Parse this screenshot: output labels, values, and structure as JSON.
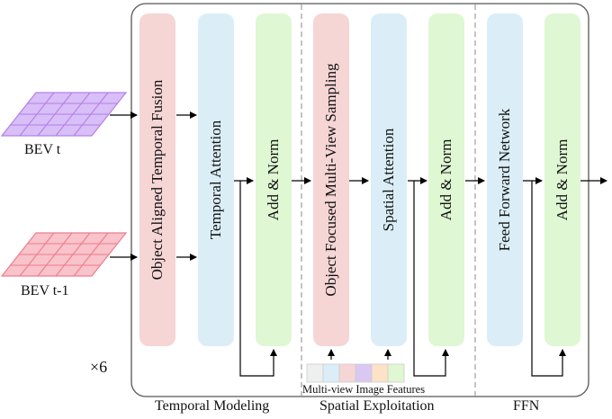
{
  "inputs": {
    "bev_t": "BEV  t",
    "bev_t1": "BEV  t-1"
  },
  "repeat": "×6",
  "blocks": {
    "oatf": "Object Aligned Temporal Fusion",
    "temporal_attention": "Temporal Attention",
    "add_norm_1": "Add & Norm",
    "ofmvs": "Object Focused Multi-View Sampling",
    "spatial_attention": "Spatial Attention",
    "add_norm_2": "Add & Norm",
    "ffn": "Feed Forward Network",
    "add_norm_3": "Add & Norm"
  },
  "features_label": "Multi-view Image Features",
  "stages": {
    "temporal": "Temporal Modeling",
    "spatial": "Spatial Exploitation",
    "ffn": "FFN"
  },
  "colors": {
    "bev_t": "#c9a4f4",
    "bev_t1": "#f5a9b3",
    "pink": "#f6d5d5",
    "blue": "#dbeef7",
    "green": "#dff7d2",
    "feature_swatches": [
      "#eef0f0",
      "#dbeef7",
      "#f6d5d5",
      "#d9c8f2",
      "#fde2c8",
      "#dff7d2"
    ]
  }
}
